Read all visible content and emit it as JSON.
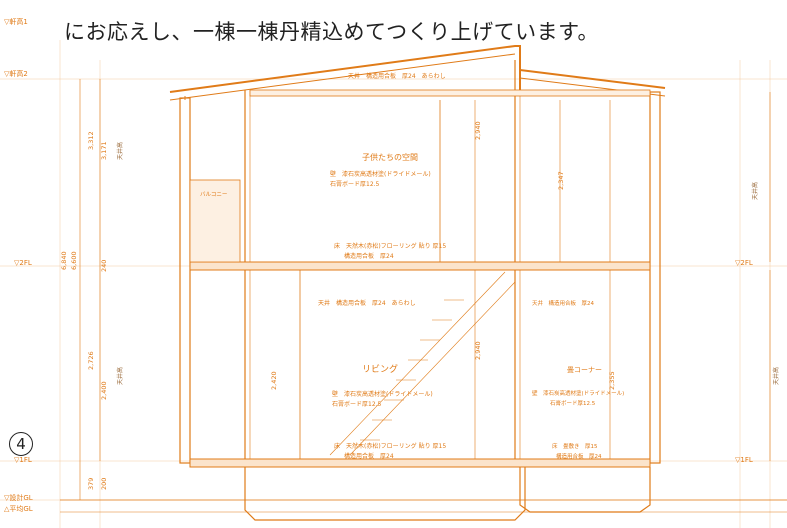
{
  "heading": "にお応えし、一棟一棟丹精込めてつくり上げています。",
  "page_number": "4",
  "levels": {
    "eave1": "▽軒高1",
    "eave2": "▽軒高2",
    "fl2_left": "▽2FL",
    "fl2_right": "▽2FL",
    "fl1_left": "▽1FL",
    "fl1_right": "▽1FL",
    "design_gl": "▽設計GL",
    "avg_gl": "△平均GL"
  },
  "rooms": {
    "kids_space": "子供たちの空間",
    "living": "リビング",
    "corner": "畳コーナー",
    "balcony": "バルコニー"
  },
  "finishes": {
    "roof_ceiling": "天井　構造用合板　厚24　あらわし",
    "wall_upper": "壁　漆石炭高透材塗(ドライドメール)",
    "board_upper": "石膏ボード厚12.5",
    "floor2": "床　天然木(赤松)フローリング 貼り 厚15",
    "floor2_sub": "構造用合板　厚24",
    "ceiling1": "天井　構造用合板　厚24　あらわし",
    "wall_living": "壁　漆石炭高透材塗(ドライドメール)",
    "board_living": "石膏ボード厚12.5",
    "ceiling_corner": "天井　構造用合板　厚24",
    "wall_corner": "壁　漆石炭高透材塗(ドライドメール)",
    "board_corner": "石膏ボード厚12.5",
    "floor1": "床　天然木(赤松)フローリング 貼り 厚15",
    "floor1_sub": "構造用合板　厚24",
    "tatami": "床　畳敷き　厚15",
    "tatami_sub": "構造用合板　厚24"
  },
  "dimensions": {
    "d3312": "3,312",
    "d3171": "3,171",
    "d6840": "6,840",
    "d6600": "6,600",
    "d2726": "2,726",
    "d2400_l": "2,400",
    "d2420": "2,420",
    "d2940": "2,940",
    "d2940b": "2,940",
    "d2347": "2,347",
    "d2355": "2,355",
    "d240": "240",
    "d379": "379",
    "d200": "200"
  },
  "side_labels": {
    "ceiling_h_left_upper": "天井高",
    "ceiling_h_left_lower": "天井高",
    "ceiling_h_right_upper": "天井高",
    "ceiling_h_right_lower": "天井高"
  }
}
